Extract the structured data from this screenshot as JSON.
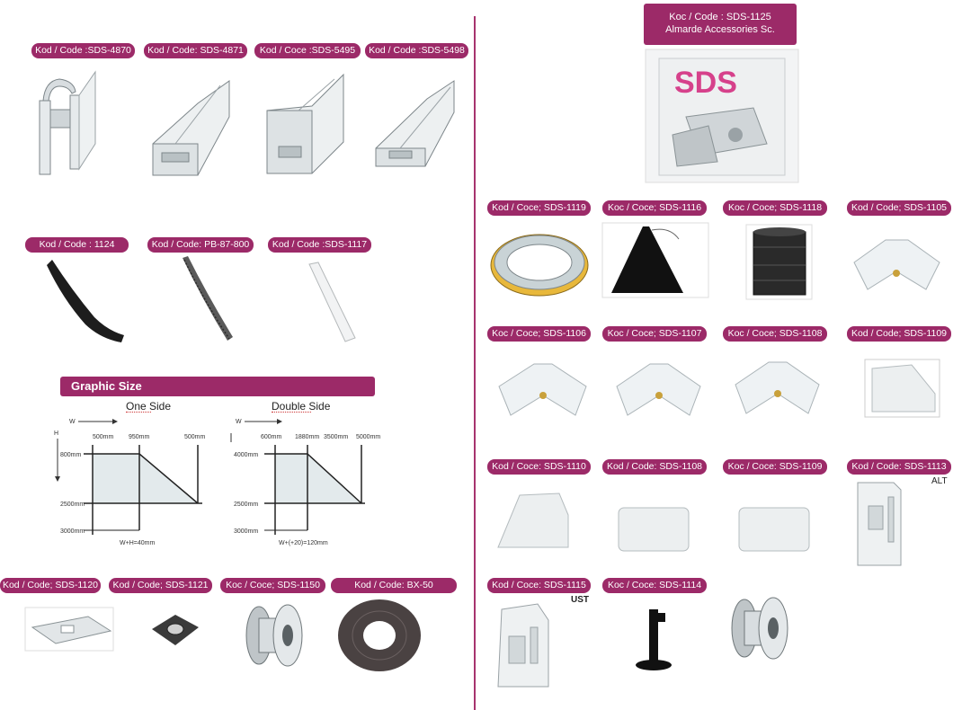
{
  "left": {
    "row1_tags": [
      "Kod / Code :SDS-4870",
      "Kod / Code: SDS-4871",
      "Kod / Coce :SDS-5495",
      "Kod / Code :SDS-5498"
    ],
    "row2_tags": [
      "Kod / Code : 1124",
      "Kod / Code: PB-87-800",
      "Kod / Code :SDS-1117"
    ],
    "row3_tags": [
      "Kod / Code; SDS-1120",
      "Kod / Code; SDS-1121",
      "Koc / Coce; SDS-1150",
      "Kod / Code: BX-50"
    ]
  },
  "graphic_size": {
    "title": "Graphic Size",
    "one_side": {
      "label": "One Side",
      "w": "W",
      "h": "H",
      "top_ticks": [
        "500mm",
        "950mm",
        "500mm"
      ],
      "left_ticks": [
        "800mm",
        "2500mm",
        "3000mm"
      ],
      "footer": "W+H=40mm"
    },
    "double_side": {
      "label": "Double Side",
      "w": "W",
      "top_ticks": [
        "600mm",
        "1880mm",
        "3500mm",
        "5000mm"
      ],
      "left_ticks": [
        "4000mm",
        "2500mm",
        "3000mm"
      ],
      "footer": "W+(+20)=120mm"
    }
  },
  "right": {
    "header_tag": [
      "Koc / Code : SDS-1125",
      "Almarde Accessories Sc."
    ],
    "bag_brand": "SDS",
    "row1_tags": [
      "Kod / Coce; SDS-1119",
      "Koc / Coce; SDS-1116",
      "Koc / Coce; SDS-1118",
      "Kod / Code; SDS-1105"
    ],
    "row2_tags": [
      "Koc / Coce; SDS-1106",
      "Koc / Coce; SDS-1107",
      "Koc / Coce; SDS-1108",
      "Kod / Code; SDS-1109"
    ],
    "row3_tags": [
      "Kod / Coce: SDS-1110",
      "Kod / Code: SDS-1108",
      "Koc / Coce: SDS-1109",
      "Kod / Code: SDS-1113"
    ],
    "row3_note": "ALT",
    "row4_tags": [
      "Kod / Coce: SDS-1115",
      "Koc / Coce: SDS-1114"
    ],
    "row4_note": "UST"
  },
  "colors": {
    "accent": "#9c2a68",
    "divider": "#a6336e"
  }
}
